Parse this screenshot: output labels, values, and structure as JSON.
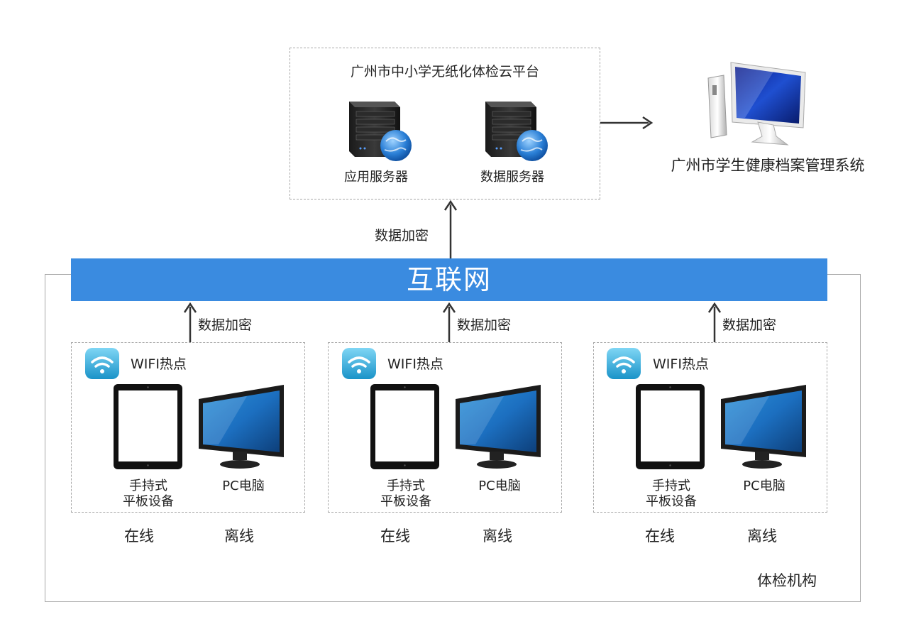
{
  "platform": {
    "title": "广州市中小学无纸化体检云平台",
    "app_server": "应用服务器",
    "data_server": "数据服务器"
  },
  "archive_system": "广州市学生健康档案管理系统",
  "encryption_label": "数据加密",
  "internet": "互联网",
  "institution": "体检机构",
  "sites": [
    {
      "hotspot": "WIFI热点",
      "tablet_line1": "手持式",
      "tablet_line2": "平板设备",
      "pc": "PC电脑",
      "online": "在线",
      "offline": "离线"
    },
    {
      "hotspot": "WIFI热点",
      "tablet_line1": "手持式",
      "tablet_line2": "平板设备",
      "pc": "PC电脑",
      "online": "在线",
      "offline": "离线"
    },
    {
      "hotspot": "WIFI热点",
      "tablet_line1": "手持式",
      "tablet_line2": "平板设备",
      "pc": "PC电脑",
      "online": "在线",
      "offline": "离线"
    }
  ],
  "colors": {
    "internet_bar": "#3a8be0",
    "border": "#a8a8a8",
    "arrow": "#333333"
  }
}
